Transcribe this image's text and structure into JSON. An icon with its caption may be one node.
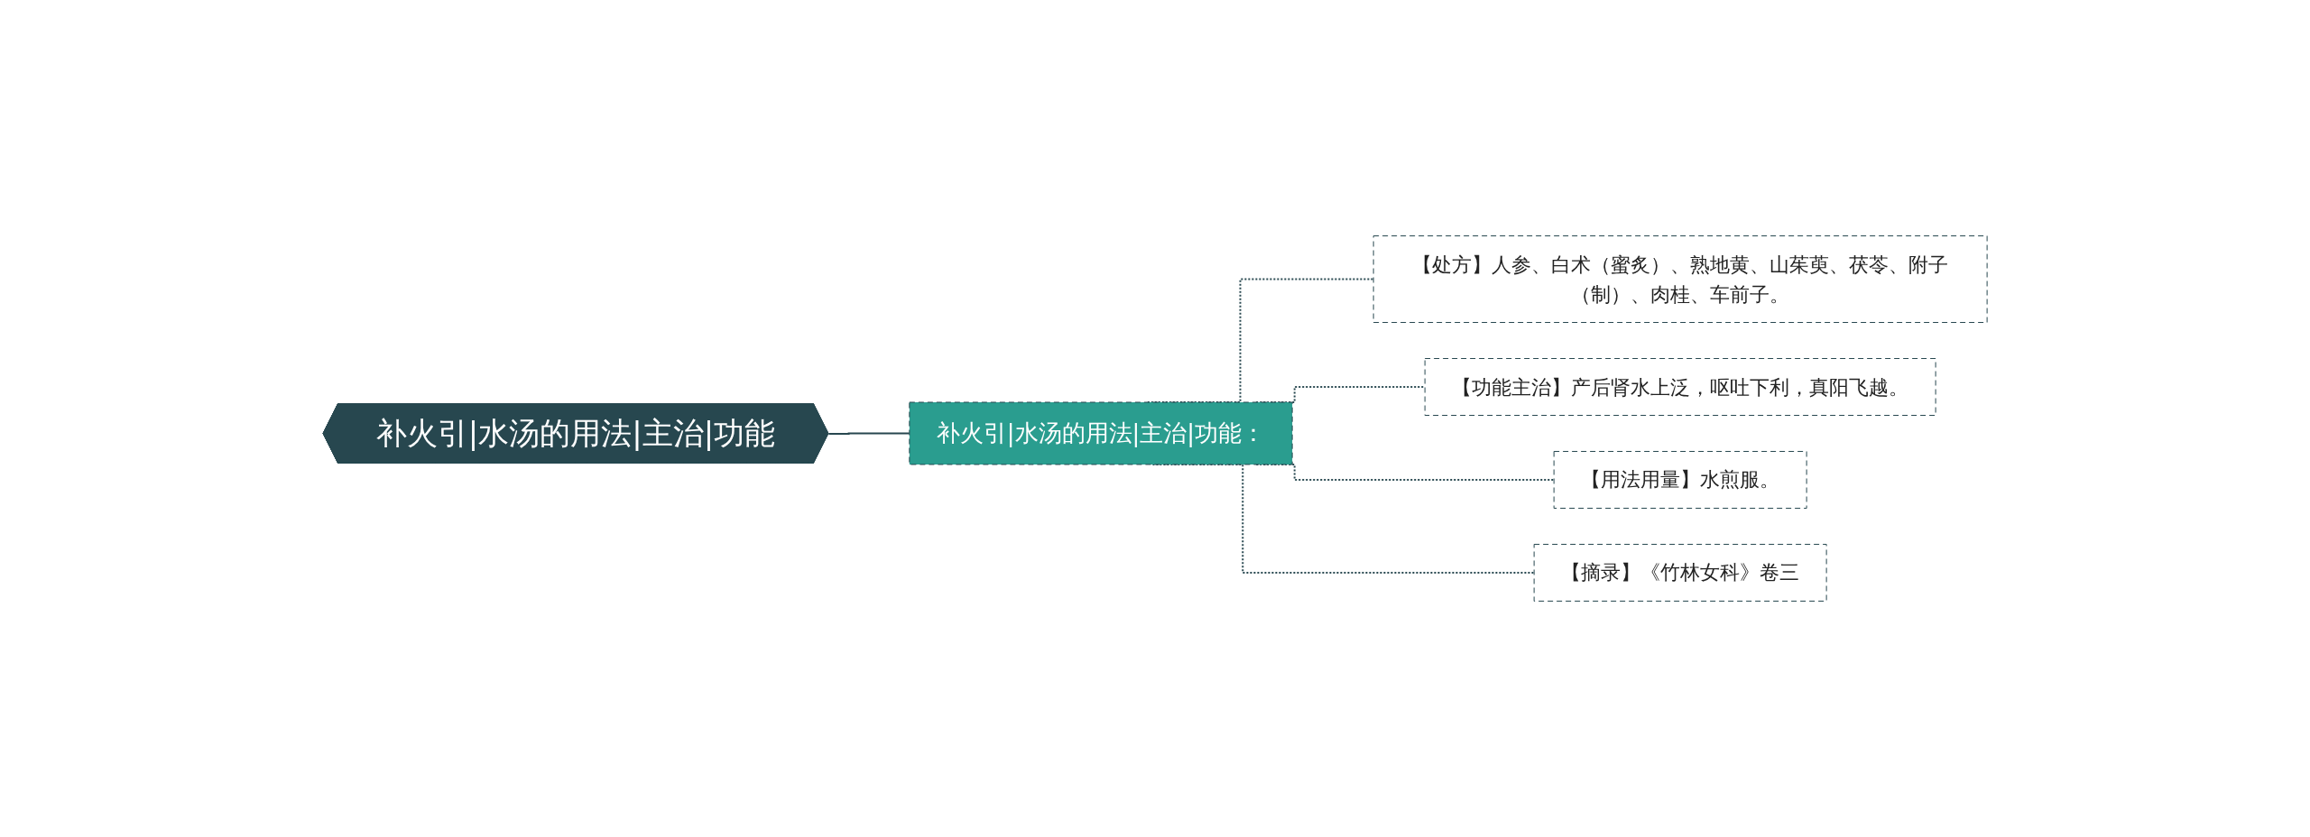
{
  "diagram": {
    "nodes": [
      {
        "text": [
          "补火引|水汤的用法|主治|功能"
        ]
      },
      {
        "text": [
          "补火引|水汤的用法|主治|功能："
        ]
      },
      {
        "text": [
          "【处方】人参、白术（蜜炙）、熟地黄、山茱萸、茯苓、附子（制）、肉桂、车前子。"
        ]
      },
      {
        "text": [
          "【功能主治】产后肾水上泛，呕吐下利，真阳飞越。"
        ]
      },
      {
        "text": [
          "【用法用量】水煎服。"
        ]
      },
      {
        "text": [
          "【摘录】《竹林女科》卷三"
        ]
      }
    ],
    "edges": [
      {
        "from": 0,
        "to": 1,
        "arrow": "none"
      },
      {
        "from": 1,
        "to": 2,
        "arrow": "none",
        "style": "dashed"
      },
      {
        "from": 1,
        "to": 3,
        "arrow": "none",
        "style": "dashed"
      },
      {
        "from": 1,
        "to": 4,
        "arrow": "none",
        "style": "dashed"
      },
      {
        "from": 1,
        "to": 5,
        "arrow": "none",
        "style": "dashed"
      }
    ]
  }
}
